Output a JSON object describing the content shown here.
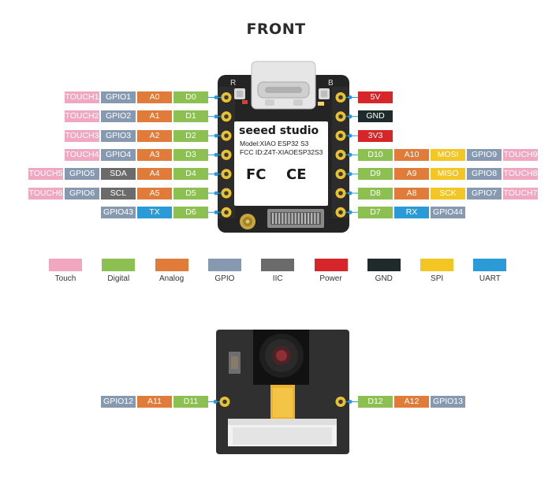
{
  "title": "FRONT",
  "colors": {
    "touch": "#f0a7bf",
    "digital": "#8cc152",
    "analog": "#e07b39",
    "gpio": "#8799b0",
    "iic": "#6b6b6b",
    "power": "#d7262a",
    "gnd": "#1f2a2a",
    "spi": "#f3c623",
    "uart": "#2a9bd7"
  },
  "legend": [
    {
      "key": "touch",
      "label": "Touch"
    },
    {
      "key": "digital",
      "label": "Digital"
    },
    {
      "key": "analog",
      "label": "Analog"
    },
    {
      "key": "gpio",
      "label": "GPIO"
    },
    {
      "key": "iic",
      "label": "IIC"
    },
    {
      "key": "power",
      "label": "Power"
    },
    {
      "key": "gnd",
      "label": "GND"
    },
    {
      "key": "spi",
      "label": "SPI"
    },
    {
      "key": "uart",
      "label": "UART"
    }
  ],
  "front_left": [
    [
      {
        "t": "TOUCH1",
        "c": "touch"
      },
      {
        "t": "GPIO1",
        "c": "gpio"
      },
      {
        "t": "A0",
        "c": "analog"
      },
      {
        "t": "D0",
        "c": "digital"
      }
    ],
    [
      {
        "t": "TOUCH2",
        "c": "touch"
      },
      {
        "t": "GPIO2",
        "c": "gpio"
      },
      {
        "t": "A1",
        "c": "analog"
      },
      {
        "t": "D1",
        "c": "digital"
      }
    ],
    [
      {
        "t": "TOUCH3",
        "c": "touch"
      },
      {
        "t": "GPIO3",
        "c": "gpio"
      },
      {
        "t": "A2",
        "c": "analog"
      },
      {
        "t": "D2",
        "c": "digital"
      }
    ],
    [
      {
        "t": "TOUCH4",
        "c": "touch"
      },
      {
        "t": "GPIO4",
        "c": "gpio"
      },
      {
        "t": "A3",
        "c": "analog"
      },
      {
        "t": "D3",
        "c": "digital"
      }
    ],
    [
      {
        "t": "TOUCH5",
        "c": "touch"
      },
      {
        "t": "GPIO5",
        "c": "gpio"
      },
      {
        "t": "SDA",
        "c": "iic"
      },
      {
        "t": "A4",
        "c": "analog"
      },
      {
        "t": "D4",
        "c": "digital"
      }
    ],
    [
      {
        "t": "TOUCH6",
        "c": "touch"
      },
      {
        "t": "GPIO6",
        "c": "gpio"
      },
      {
        "t": "SCL",
        "c": "iic"
      },
      {
        "t": "A5",
        "c": "analog"
      },
      {
        "t": "D5",
        "c": "digital"
      }
    ],
    [
      {
        "t": "GPIO43",
        "c": "gpio"
      },
      {
        "t": "TX",
        "c": "uart"
      },
      {
        "t": "D6",
        "c": "digital"
      }
    ]
  ],
  "front_right": [
    [
      {
        "t": "5V",
        "c": "power"
      }
    ],
    [
      {
        "t": "GND",
        "c": "gnd"
      }
    ],
    [
      {
        "t": "3V3",
        "c": "power"
      }
    ],
    [
      {
        "t": "D10",
        "c": "digital"
      },
      {
        "t": "A10",
        "c": "analog"
      },
      {
        "t": "MOSI",
        "c": "spi"
      },
      {
        "t": "GPIO9",
        "c": "gpio"
      },
      {
        "t": "TOUCH9",
        "c": "touch"
      }
    ],
    [
      {
        "t": "D9",
        "c": "digital"
      },
      {
        "t": "A9",
        "c": "analog"
      },
      {
        "t": "MISO",
        "c": "spi"
      },
      {
        "t": "GPIO8",
        "c": "gpio"
      },
      {
        "t": "TOUCH8",
        "c": "touch"
      }
    ],
    [
      {
        "t": "D8",
        "c": "digital"
      },
      {
        "t": "A8",
        "c": "analog"
      },
      {
        "t": "SCK",
        "c": "spi"
      },
      {
        "t": "GPIO7",
        "c": "gpio"
      },
      {
        "t": "TOUCH7",
        "c": "touch"
      }
    ],
    [
      {
        "t": "D7",
        "c": "digital"
      },
      {
        "t": "RX",
        "c": "uart"
      },
      {
        "t": "GPIO44",
        "c": "gpio"
      }
    ]
  ],
  "camera_left": [
    {
      "t": "GPIO12",
      "c": "gpio"
    },
    {
      "t": "A11",
      "c": "analog"
    },
    {
      "t": "D11",
      "c": "digital"
    }
  ],
  "camera_right": [
    {
      "t": "D12",
      "c": "digital"
    },
    {
      "t": "A12",
      "c": "analog"
    },
    {
      "t": "GPIO13",
      "c": "gpio"
    }
  ],
  "board": {
    "brand": "seeed studio",
    "model": "Model:XIAO ESP32 S3",
    "fcc_id": "FCC ID:Z4T-XIAOESP32S3",
    "fc_mark": "FC",
    "ce_mark": "CE",
    "reset_label": "R",
    "boot_label": "B"
  }
}
